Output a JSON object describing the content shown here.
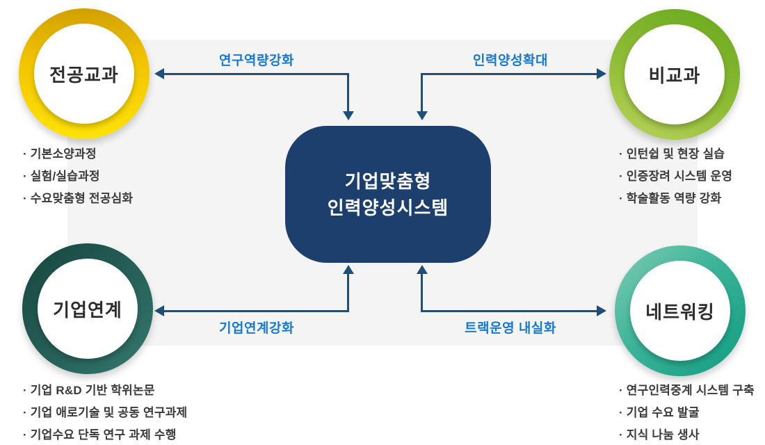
{
  "diagram_title": "기업맞춤형 인력양성시스템 다이어그램",
  "center": {
    "line1": "기업맞춤형",
    "line2": "인력양성시스템",
    "box_color": "#1c3f6e",
    "text_color": "#ffffff"
  },
  "arrows": {
    "line_color": "#1f4e79",
    "label_color": "#1778d2",
    "top_left": {
      "label": "연구역량강화",
      "direction": "center-to-circle"
    },
    "top_right": {
      "label": "인력양성확대",
      "direction": "center-to-circle"
    },
    "bottom_left": {
      "label": "기업연계강화",
      "direction": "circle-to-center"
    },
    "bottom_right": {
      "label": "트랙운영 내실화",
      "direction": "circle-to-center"
    }
  },
  "circles": {
    "top_left": {
      "label": "전공교과",
      "ring_colors": [
        "#d2a000",
        "#ffe205"
      ],
      "bullets": [
        "· 기본소양과정",
        "· 실험/실습과정",
        "· 수요맞춤형 전공심화"
      ]
    },
    "top_right": {
      "label": "비교과",
      "ring_colors": [
        "#67a81d",
        "#bdd45e"
      ],
      "bullets": [
        "· 인턴쉽 및 현장 실습",
        "· 인증장려 시스템 운영",
        "· 학술활동 역량 강화"
      ]
    },
    "bottom_left": {
      "label": "기업연계",
      "ring_colors": [
        "#16453f",
        "#35786d"
      ],
      "bullets": [
        "· 기업 R&D 기반 학위논문",
        "· 기업 애로기술 및 공동 연구과제",
        "· 기업수요 단독 연구 과제 수행"
      ]
    },
    "bottom_right": {
      "label": "네트워킹",
      "ring_colors": [
        "#7fccb4",
        "#0f9c81"
      ],
      "bullets": [
        "· 연구인력중계 시스템 구축",
        "· 기업 수요 발굴",
        "· 지식 나눔 생사"
      ]
    }
  },
  "panel_color": "#f4f4f4"
}
